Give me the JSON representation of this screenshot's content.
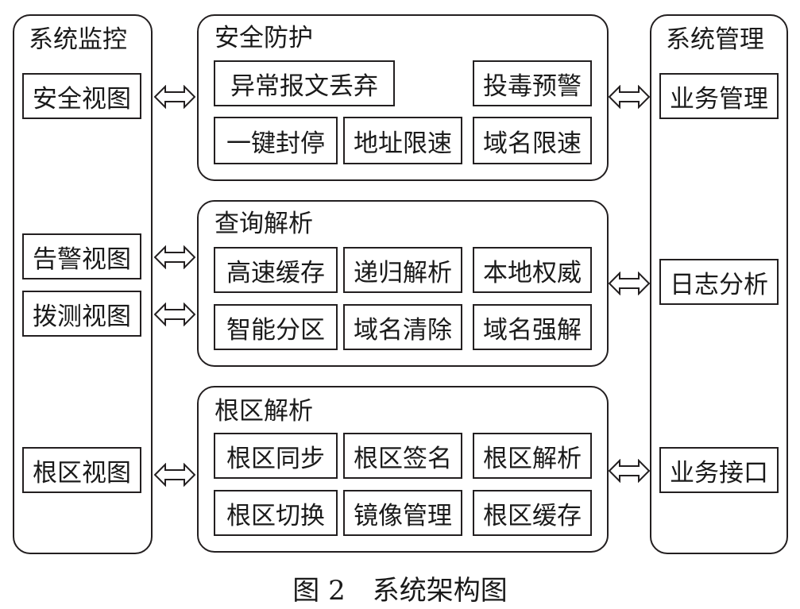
{
  "left_panel": {
    "title": "系统监控",
    "items": [
      "安全视图",
      "告警视图",
      "拨测视图",
      "根区视图"
    ]
  },
  "center_groups": [
    {
      "title": "安全防护",
      "items": [
        "异常报文丢弃",
        "投毒预警",
        "一键封停",
        "地址限速",
        "域名限速"
      ]
    },
    {
      "title": "查询解析",
      "items": [
        "高速缓存",
        "递归解析",
        "本地权威",
        "智能分区",
        "域名清除",
        "域名强解"
      ]
    },
    {
      "title": "根区解析",
      "items": [
        "根区同步",
        "根区签名",
        "根区解析",
        "根区切换",
        "镜像管理",
        "根区缓存"
      ]
    }
  ],
  "right_panel": {
    "title": "系统管理",
    "items": [
      "业务管理",
      "日志分析",
      "业务接口"
    ]
  },
  "caption": "图 2　系统架构图"
}
